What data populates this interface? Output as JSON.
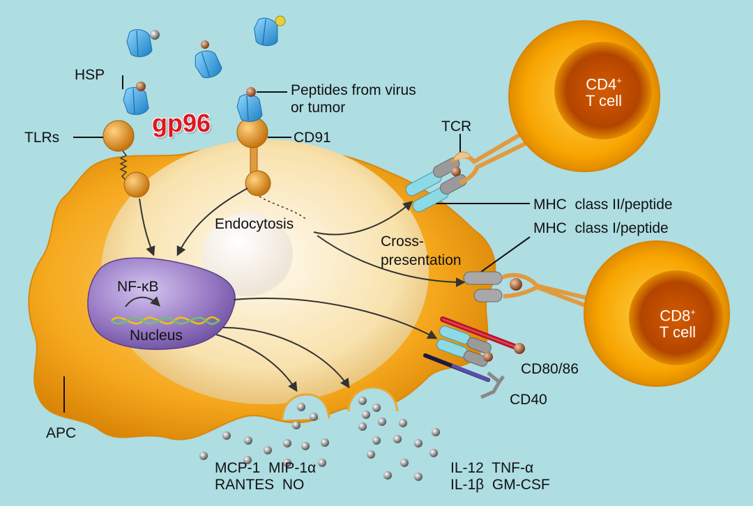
{
  "title": "gp96",
  "labels": {
    "hsp": "HSP",
    "tlrs": "TLRs",
    "cd91": "CD91",
    "peptides_line1": "Peptides from virus",
    "peptides_line2": "or tumor",
    "tcr": "TCR",
    "cd4_main": "CD4",
    "cd4_sup": "+",
    "cd4_sub": "T cell",
    "cd8_main": "CD8",
    "cd8_sup": "+",
    "cd8_sub": "T cell",
    "mhc2": "MHC  class II/peptide",
    "mhc1": "MHC  class I/peptide",
    "cross_line1": "Cross-",
    "cross_line2": "presentation",
    "endocytosis": "Endocytosis",
    "nfkb": "NF-κB",
    "nucleus": "Nucleus",
    "cd80": "CD80/86",
    "cd40": "CD40",
    "apc": "APC",
    "chemokines_line1": "MCP-1  MIP-1α",
    "chemokines_line2": "RANTES  NO",
    "cytokines_line1": "IL-12  TNF-α",
    "cytokines_line2": "IL-1β  GM-CSF"
  },
  "colors": {
    "background": "#aedde2",
    "apc_body": "#f2a31c",
    "cytoplasm": "#f8e6b8",
    "nucleus": "#9a7cc6",
    "tcell": "#f7a400",
    "hsp_protein": "#39a9df",
    "gp96_text": "#e1161f"
  }
}
